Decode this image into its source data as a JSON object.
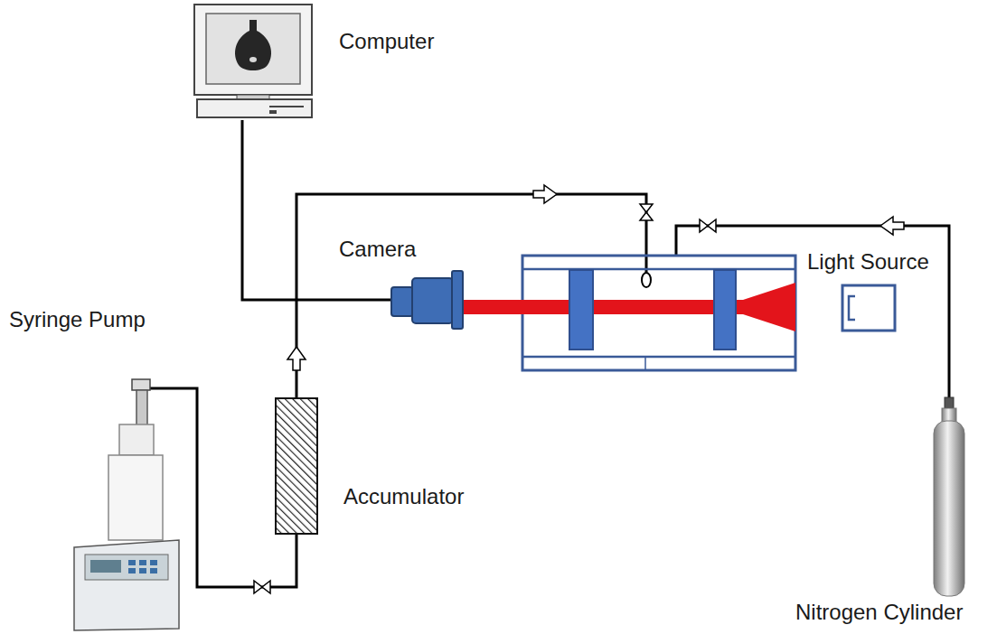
{
  "diagram": {
    "nodes": [
      {
        "text": [
          "Computer"
        ]
      },
      {
        "text": [
          "Camera"
        ]
      },
      {
        "text": [
          "Light Source"
        ]
      },
      {
        "text": [
          "Syringe Pump"
        ]
      },
      {
        "text": [
          "Accumulator"
        ]
      },
      {
        "text": [
          "Nitrogen Cylinder"
        ]
      }
    ],
    "edges": [
      {
        "from": 0,
        "to": 1,
        "arrow": "none"
      },
      {
        "from": 3,
        "to": 4,
        "arrow": "none"
      }
    ]
  }
}
